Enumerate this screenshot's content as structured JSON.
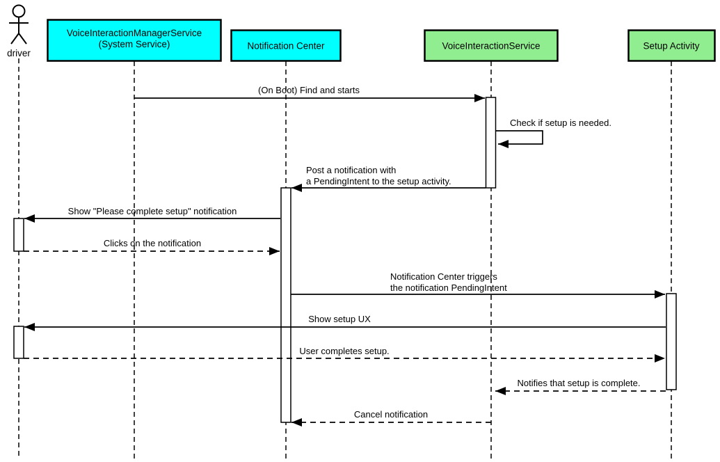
{
  "diagram": {
    "type": "uml-sequence-diagram",
    "colors": {
      "participant_cyan": "#00FFFF",
      "participant_green": "#90EE90",
      "line": "#000000",
      "background": "#FFFFFF"
    },
    "actors": [
      {
        "id": "driver",
        "kind": "actor",
        "label": "driver"
      },
      {
        "id": "voice-interaction-manager-service",
        "kind": "participant",
        "color": "#00FFFF",
        "label_line1": "VoiceInteractionManagerService",
        "label_line2": "(System Service)"
      },
      {
        "id": "notification-center",
        "kind": "participant",
        "color": "#00FFFF",
        "label": "Notification Center"
      },
      {
        "id": "voice-interaction-service",
        "kind": "participant",
        "color": "#90EE90",
        "label": "VoiceInteractionService"
      },
      {
        "id": "setup-activity",
        "kind": "participant",
        "color": "#90EE90",
        "label": "Setup Activity"
      }
    ],
    "messages": [
      {
        "from": "voice-interaction-manager-service",
        "to": "voice-interaction-service",
        "style": "solid",
        "label": "(On Boot) Find and starts"
      },
      {
        "from": "voice-interaction-service",
        "to": "voice-interaction-service",
        "style": "solid-self",
        "label": "Check if setup is needed."
      },
      {
        "from": "voice-interaction-service",
        "to": "notification-center",
        "style": "solid",
        "label_line1": "Post a notification with",
        "label_line2": "a PendingIntent to the setup activity."
      },
      {
        "from": "notification-center",
        "to": "driver",
        "style": "solid",
        "label": "Show \"Please complete setup\" notification"
      },
      {
        "from": "driver",
        "to": "notification-center",
        "style": "dashed",
        "label": "Clicks on the notification"
      },
      {
        "from": "notification-center",
        "to": "setup-activity",
        "style": "solid",
        "label_line1": "Notification Center triggers",
        "label_line2": "the notification PendingIntent"
      },
      {
        "from": "setup-activity",
        "to": "driver",
        "style": "solid",
        "label": "Show setup UX"
      },
      {
        "from": "driver",
        "to": "setup-activity",
        "style": "dashed",
        "label": "User completes setup."
      },
      {
        "from": "setup-activity",
        "to": "voice-interaction-service",
        "style": "dashed",
        "label": "Notifies that setup is complete."
      },
      {
        "from": "voice-interaction-service",
        "to": "notification-center",
        "style": "dashed",
        "label": "Cancel notification"
      }
    ]
  }
}
